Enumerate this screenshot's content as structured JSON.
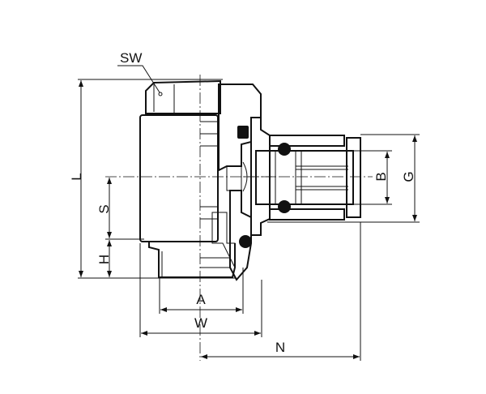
{
  "drawing": {
    "title": "Flow control fitting dimension drawing",
    "dimension_labels": {
      "sw": "SW",
      "l": "L",
      "s": "S",
      "h": "H",
      "a": "A",
      "w": "W",
      "n": "N",
      "b": "B",
      "g": "G"
    }
  }
}
